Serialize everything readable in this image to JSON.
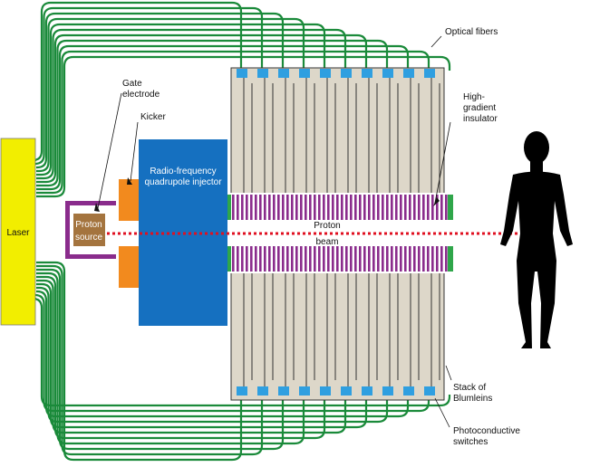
{
  "colors": {
    "fiber": "#1a8a3a",
    "laser": "#f2ee00",
    "injector": "#1570c0",
    "stack": "#ddd7c9",
    "stack_line": "#333333",
    "switch": "#2f9fe0",
    "insulator": "#8a2c8c",
    "kicker": "#f28a1e",
    "gate": "#8a2c8c",
    "source": "#a4743e",
    "end_plate": "#2fa64a",
    "beam": "#e01020",
    "body": "#000000"
  },
  "labels": {
    "optical_fibers": "Optical fibers",
    "gate_1": "Gate",
    "gate_2": "electrode",
    "kicker": "Kicker",
    "insulator_1": "High-",
    "insulator_2": "gradient",
    "insulator_3": "insulator",
    "laser": "Laser",
    "rfq_1": "Radio-frequency",
    "rfq_2": "quadrupole injector",
    "proton_source_1": "Proton",
    "proton_source_2": "source",
    "beam_1": "Proton",
    "beam_2": "beam",
    "blumleins_1": "Stack of",
    "blumleins_2": "Blumleins",
    "switches_1": "Photoconductive",
    "switches_2": "switches"
  },
  "icons": {
    "human": "human-silhouette-icon",
    "beam_arrow": "arrow-right-icon"
  }
}
